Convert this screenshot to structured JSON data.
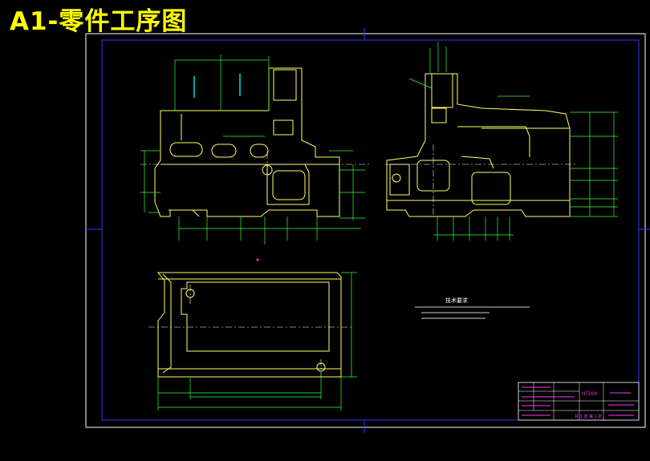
{
  "title": "A1-零件工序图",
  "colors": {
    "background": "#000000",
    "frame": "#ffffff",
    "border": "#3333ff",
    "part": "#ffff66",
    "dimension": "#33ff33",
    "centerline": "#ffffff",
    "highlight": "#00ffff",
    "accent": "#ff33ff",
    "title_text": "#ffff00"
  },
  "tech_requirements": {
    "heading": "技术要求"
  },
  "title_block": {
    "material": "HT200",
    "scale_note": "共 1 张 第 1 张"
  }
}
